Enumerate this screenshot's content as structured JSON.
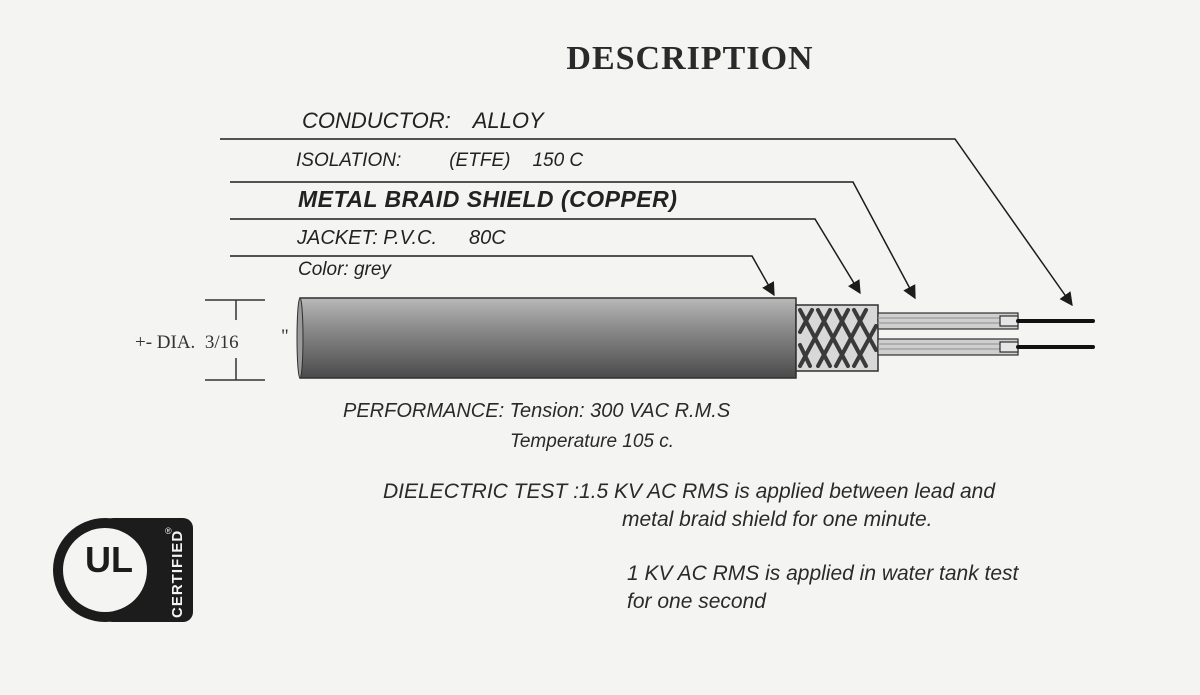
{
  "title": "DESCRIPTION",
  "labels": {
    "conductor_key": "CONDUCTOR:",
    "conductor_value": "ALLOY",
    "isolation_key": "ISOLATION:",
    "isolation_material": "(ETFE)",
    "isolation_temp": "150 C",
    "braid": "METAL BRAID SHIELD (COPPER)",
    "jacket_key": "JACKET: P.V.C.",
    "jacket_temp": "80C",
    "color": "Color: grey"
  },
  "diameter": {
    "label": "+- DIA.",
    "value": "3/16",
    "unit": "\""
  },
  "performance": {
    "line1": "PERFORMANCE: Tension:  300 VAC R.M.S",
    "line2": "Temperature  105 c."
  },
  "dielectric": {
    "line1": "DIELECTRIC TEST :1.5 KV AC RMS is applied between lead and",
    "line2": "metal braid shield for one minute.",
    "line3": "1  KV AC RMS is applied in water tank test",
    "line4": "for one second"
  },
  "logo": {
    "letters": "UL",
    "side_text": "CERTIFIED",
    "mark": "®"
  },
  "colors": {
    "background": "#f4f4f2",
    "ink": "#1c1c1c",
    "jacket_grey": "#7d7d7d"
  }
}
